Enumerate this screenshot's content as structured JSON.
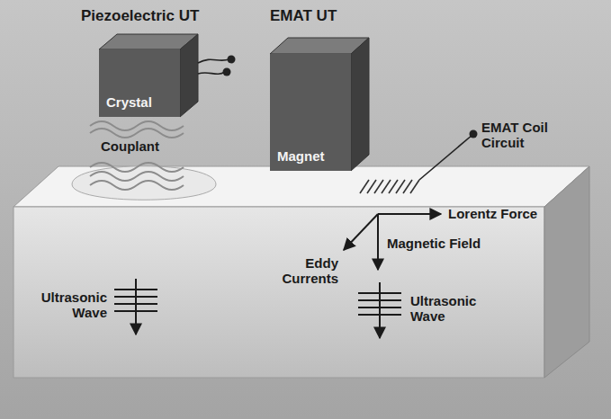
{
  "diagram": {
    "nodes": [
      {
        "text": [
          "Crystal"
        ]
      },
      {
        "text": [
          "Magnet"
        ]
      }
    ],
    "labels": [
      "Piezoelectric UT",
      "EMAT UT",
      "Couplant",
      "EMAT Coil Circuit",
      "Lorentz Force",
      "Eddy Currents",
      "Magnetic Field",
      "Ultrasonic Wave",
      "Ultrasonic Wave"
    ]
  }
}
